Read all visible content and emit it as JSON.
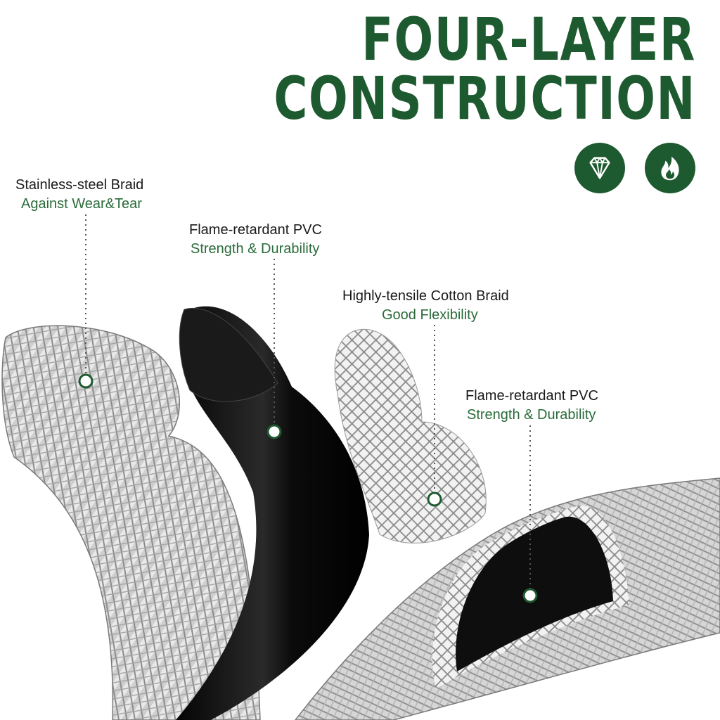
{
  "title": {
    "line1": "FOUR-LAYER",
    "line2": "CONSTRUCTION"
  },
  "badges": [
    {
      "icon": "diamond-icon"
    },
    {
      "icon": "flame-icon"
    }
  ],
  "layers": [
    {
      "name": "Stainless-steel Braid",
      "benefit": "Against Wear&Tear"
    },
    {
      "name": "Flame-retardant PVC",
      "benefit": "Strength & Durability"
    },
    {
      "name": "Highly-tensile Cotton Braid",
      "benefit": "Good Flexibility"
    },
    {
      "name": "Flame-retardant PVC",
      "benefit": "Strength & Durability"
    }
  ],
  "colors": {
    "brand_green": "#1e5a30",
    "benefit_green": "#2a6b3a",
    "text_dark": "#1a1a1a"
  }
}
